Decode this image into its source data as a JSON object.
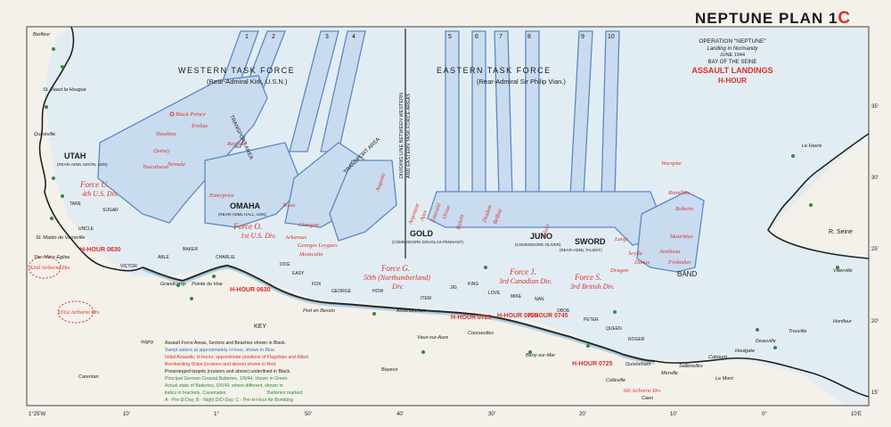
{
  "title": {
    "main": "NEPTUNE PLAN 1",
    "suffix": "C"
  },
  "subtitle": {
    "operation": "OPERATION \"NEPTUNE\"",
    "landing": "Landing in Normandy",
    "date": "JUNE 1944",
    "area": "BAY OF THE SEINE",
    "heading": "ASSAULT LANDINGS",
    "time": "H-HOUR"
  },
  "forces": {
    "western": "WESTERN TASK FORCE",
    "western_cmd": "(Rear-Admiral Kirk, U.S.N.)",
    "eastern": "EASTERN TASK FORCE",
    "eastern_cmd": "(Rear-Admiral Sir Philip Vian.)",
    "dividing": "DIVIDING LINE BETWEEN WESTERN",
    "dividing2": "AND EASTERN TASK FORCE AREAS"
  },
  "channels": [
    "1",
    "2",
    "3",
    "4",
    "5",
    "6",
    "7",
    "8",
    "9",
    "10"
  ],
  "transport_areas": [
    "TRANSPORT AREA",
    "TRANSPORT AREA"
  ],
  "beaches": {
    "utah": "UTAH",
    "utah_cmd": "(REAR-ADML MOON, USN)",
    "omaha": "OMAHA",
    "omaha_cmd": "(REAR-ADML HALL, USN)",
    "gold": "GOLD",
    "gold_cmd": "(COMMODORE DOUGLAS-PENNANT)",
    "juno": "JUNO",
    "juno_cmd": "(COMMODORE OLIVER)",
    "sword": "SWORD",
    "sword_cmd": "(REAR-ADML TALBOT)",
    "band": "BAND",
    "sectors": [
      "TARE",
      "UNCLE",
      "VICTOR",
      "SUGAR",
      "ABLE",
      "BAKER",
      "CHARLIE",
      "DOG",
      "EASY",
      "FOX",
      "GEORGE",
      "HOW",
      "ITEM",
      "JIG",
      "KING",
      "LOVE",
      "MIKE",
      "NAN",
      "OBOE",
      "PETER",
      "QUEEN",
      "ROGER"
    ]
  },
  "force_labels": {
    "u": "Force U.",
    "u_div": "4th U.S. Div.",
    "o": "Force O.",
    "o_div": "1st U.S. Div.",
    "g": "Force G.",
    "g_div": "50th (Northumberland)",
    "g_div2": "Div.",
    "j": "Force J.",
    "j_div": "3rd Canadian Div.",
    "s": "Force S.",
    "s_div": "3rd British Div."
  },
  "h_hours": [
    "H-HOUR 0630",
    "H-HOUR 0630",
    "H-HOUR 0725",
    "H-HOUR 0735",
    "H-HOUR 0745",
    "H-HOUR 0725"
  ],
  "ships": [
    "Black Prince",
    "Erebus",
    "Hawkins",
    "Quincy",
    "Nevada",
    "Tuscaloosa",
    "Enterprise",
    "Bayfield",
    "Texas",
    "Arkansas",
    "Glasgow",
    "Montcalm",
    "Georges Leygues",
    "Warspite",
    "Ramillies",
    "Roberts",
    "Mauritius",
    "Arethusa",
    "Frobisher",
    "Danae",
    "Dragon",
    "Scylla",
    "Largs",
    "Hilary",
    "Bulolo",
    "Argonaut",
    "Ajax",
    "Emerald",
    "Orion",
    "Diadem",
    "Belfast",
    "Augusta"
  ],
  "places": [
    "Barfleur",
    "St. Vaast la Hougue",
    "Quinéville",
    "St. Martin de Varreville",
    "Ste. Mère Eglise",
    "Carentan",
    "Isigny",
    "Grandcamp",
    "Pointe du Hoe",
    "Port en Bessin",
    "Arromanches",
    "Vaux-sur-Aure",
    "Bayeux",
    "Courseulles",
    "Bény-sur-Mer",
    "Ouistreham",
    "Colleville",
    "Caen",
    "Le Havre",
    "Villerville",
    "Honfleur",
    "Trouville",
    "Deauville",
    "Houlgate",
    "Cabourg",
    "Sallenelles",
    "Merville",
    "Le Mont"
  ],
  "river": "R. Seine",
  "airborne": [
    "82nd Airborne Div.",
    "101st Airborne Div.",
    "6th Airborne Div."
  ],
  "key": {
    "heading": "KEY",
    "line1": "Assault Force Areas, Sectors and Beaches shown in Black.",
    "line2": "Swept waters at approximately H-hour, shown in Blue.",
    "line3": "Initial Assaults, H-hours; approximate positions of Flagships and Allied",
    "line4": "Bombarding Ships (cruisers and above) shown in Red.",
    "line5": "Prearranged targets (cruisers and above) underlined in Black.",
    "line6": "Principal German Coastal Batteries, 1/5/44, shown in Green.",
    "line7": "Actual state of Batteries, 6/6/44, where different, shown in",
    "line8": "italics in brackets. Casemates",
    "line8b": "Batteries marked",
    "line9": "A - Pre-D-Day; B - Night D/D-Day; C - Pre-H-Hour Air Bombing"
  },
  "lat_ticks": [
    "35'",
    "30'",
    "25'",
    "20'",
    "15'"
  ],
  "lon_ticks": [
    "1°25'W",
    "10'",
    "1°",
    "50'",
    "40'",
    "30'",
    "20'",
    "10'",
    "0°",
    "10'E"
  ],
  "colors": {
    "sea": "#dce9f1",
    "swept": "#5b89c6",
    "swept_fill": "#c2d6ec",
    "land": "#f3f1ea",
    "coast": "#222222",
    "red": "#d9302a",
    "green": "#2e8b3a",
    "ink": "#1a1a1a"
  }
}
